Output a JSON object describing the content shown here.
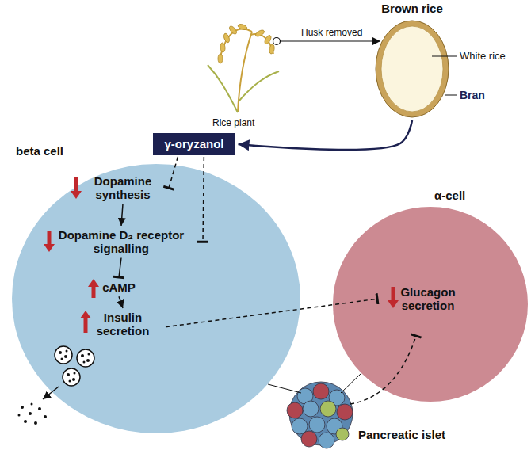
{
  "diagram": {
    "nodes": [
      {
        "text": [
          "Brown rice"
        ]
      },
      {
        "text": [
          "γ-oryzanol"
        ]
      },
      {
        "text": [
          "beta cell"
        ]
      },
      {
        "text": [
          "Dopamine synthesis"
        ],
        "in": 2
      },
      {
        "text": [
          "Dopamine D₂ receptor signalling"
        ],
        "in": 2
      },
      {
        "text": [
          "cAMP"
        ],
        "in": 2
      },
      {
        "text": [
          "Insulin secretion"
        ],
        "in": 2
      },
      {
        "text": [
          "α-cell"
        ]
      },
      {
        "text": [
          "Glucagon secretion"
        ],
        "in": 7
      }
    ],
    "edges": [
      {
        "from": 0,
        "to": 1,
        "arrow": "to"
      },
      {
        "from": 1,
        "to": 3,
        "arrow": "to"
      },
      {
        "from": 1,
        "to": 4,
        "arrow": "to"
      },
      {
        "from": 3,
        "to": 4,
        "arrow": "to"
      },
      {
        "from": 4,
        "to": 5,
        "arrow": "to"
      },
      {
        "from": 5,
        "to": 6,
        "arrow": "to"
      },
      {
        "from": 6,
        "to": 8,
        "arrow": "to"
      }
    ],
    "labels": [
      "Husk removed",
      "Rice plant",
      "White rice",
      "Bran",
      "Pancreatic islet"
    ]
  }
}
